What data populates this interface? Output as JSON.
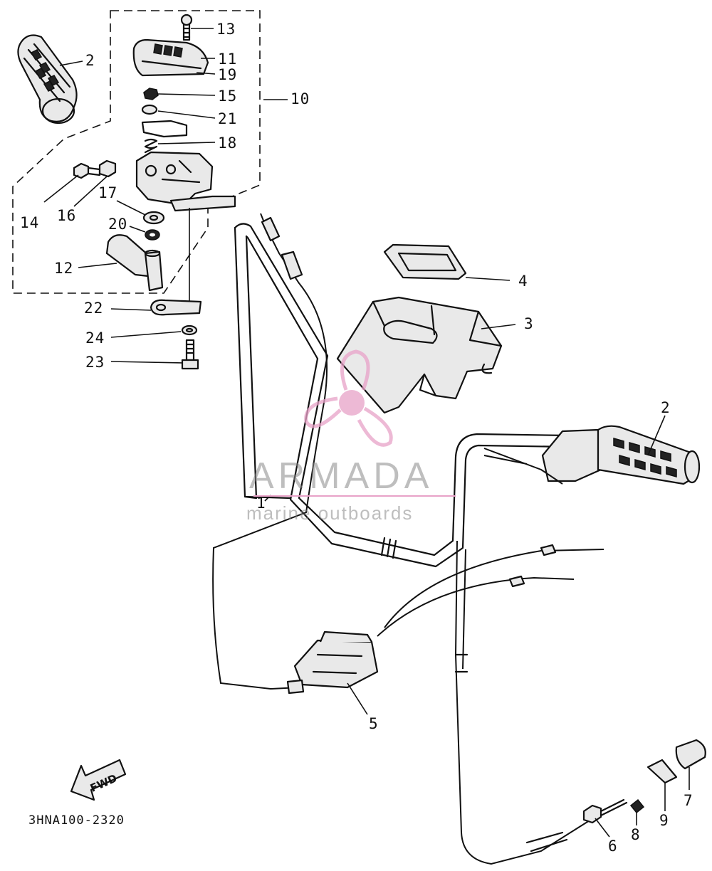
{
  "diagram_code": "3HNA100-2320",
  "fwd_label": "FWD",
  "watermark": {
    "title": "ARMADA",
    "subtitle": "marine outboards",
    "accent_color": "#e8a2c8",
    "text_color": "#8a8a8a"
  },
  "callouts": {
    "c1": "1",
    "c2a": "2",
    "c2b": "2",
    "c3": "3",
    "c4": "4",
    "c5": "5",
    "c6": "6",
    "c7": "7",
    "c8": "8",
    "c9": "9",
    "c10": "10",
    "c11": "11",
    "c12": "12",
    "c13": "13",
    "c14": "14",
    "c15": "15",
    "c16": "16",
    "c17": "17",
    "c18": "18",
    "c19": "19",
    "c20": "20",
    "c21": "21",
    "c22": "22",
    "c23": "23",
    "c24": "24"
  }
}
